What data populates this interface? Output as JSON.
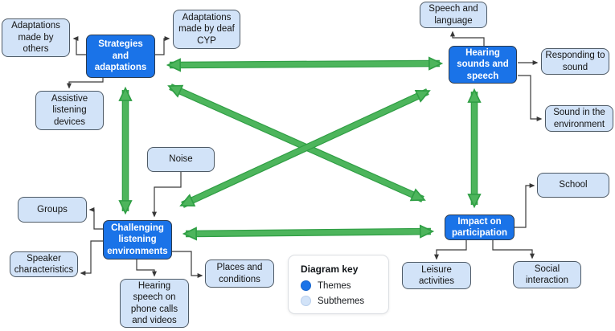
{
  "diagram": {
    "themes": [
      {
        "label": "Strategies and adaptations",
        "subthemes": [
          "Adaptations made by others",
          "Adaptations made by deaf CYP",
          "Assistive listening devices"
        ]
      },
      {
        "label": "Hearing sounds and speech",
        "subthemes": [
          "Speech and language",
          "Responding to sound",
          "Sound in the environment"
        ]
      },
      {
        "label": "Challenging listening environments",
        "subthemes": [
          "Noise",
          "Groups",
          "Speaker characteristics",
          "Hearing speech on phone calls and videos",
          "Places and conditions"
        ]
      },
      {
        "label": "Impact on participation",
        "subthemes": [
          "School",
          "Leisure activities",
          "Social interaction"
        ]
      }
    ],
    "relationships": [
      [
        "Strategies and adaptations",
        "Hearing sounds and speech"
      ],
      [
        "Strategies and adaptations",
        "Challenging listening environments"
      ],
      [
        "Strategies and adaptations",
        "Impact on participation"
      ],
      [
        "Challenging listening environments",
        "Hearing sounds and speech"
      ],
      [
        "Challenging listening environments",
        "Impact on participation"
      ],
      [
        "Hearing sounds and speech",
        "Impact on participation"
      ]
    ],
    "key": {
      "title": "Diagram key",
      "items": [
        {
          "label": "Themes",
          "color": "#1a73e8"
        },
        {
          "label": "Subthemes",
          "color": "#d2e3f8"
        }
      ]
    },
    "colors": {
      "theme_fill": "#1a73e8",
      "subtheme_fill": "#d2e3f8",
      "arrow_green": "#4db55c"
    }
  }
}
